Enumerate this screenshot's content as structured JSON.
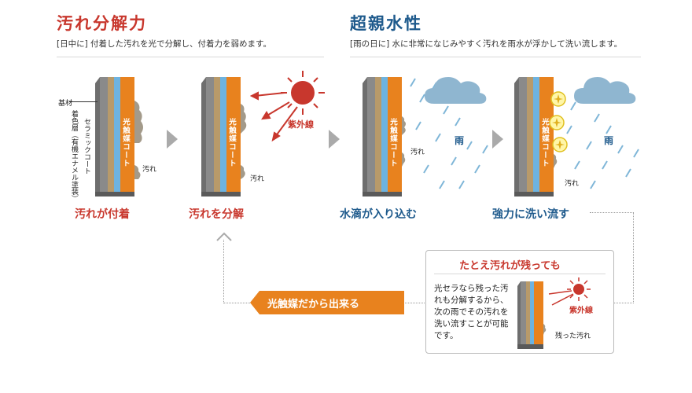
{
  "left": {
    "title": "汚れ分解力",
    "subtitle": "[日中に] 付着した汚れを光で分解し、付着力を弱めます。"
  },
  "right": {
    "title": "超親水性",
    "subtitle": "[雨の日に] 水に非常になじみやすく汚れを雨水が浮かして洗い流します。"
  },
  "layers": {
    "base": "基材",
    "color_layer": "着色層（有機エナメル塗装）",
    "ceramic": "セラミックコート",
    "photocatalyst": "光触媒コート"
  },
  "labels": {
    "dirt": "汚れ",
    "uv": "紫外線",
    "rain": "雨",
    "remaining_dirt": "残った汚れ"
  },
  "steps": [
    {
      "caption": "汚れが付着"
    },
    {
      "caption": "汚れを分解"
    },
    {
      "caption": "水滴が入り込む"
    },
    {
      "caption": "強力に洗い流す"
    }
  ],
  "box": {
    "title": "たとえ汚れが残っても",
    "text": "光セラなら残った汚れも分解するから、次の雨でその汚れを洗い流すことが可能です。"
  },
  "banner": {
    "text": "光触媒だから出来る"
  },
  "colors": {
    "red": "#c8372d",
    "blue": "#1e5a8c",
    "orange": "#e8821e",
    "panel_blue": "#6db3e0",
    "panel_gray": "#8a8a8a",
    "panel_tan": "#b89a6a"
  }
}
